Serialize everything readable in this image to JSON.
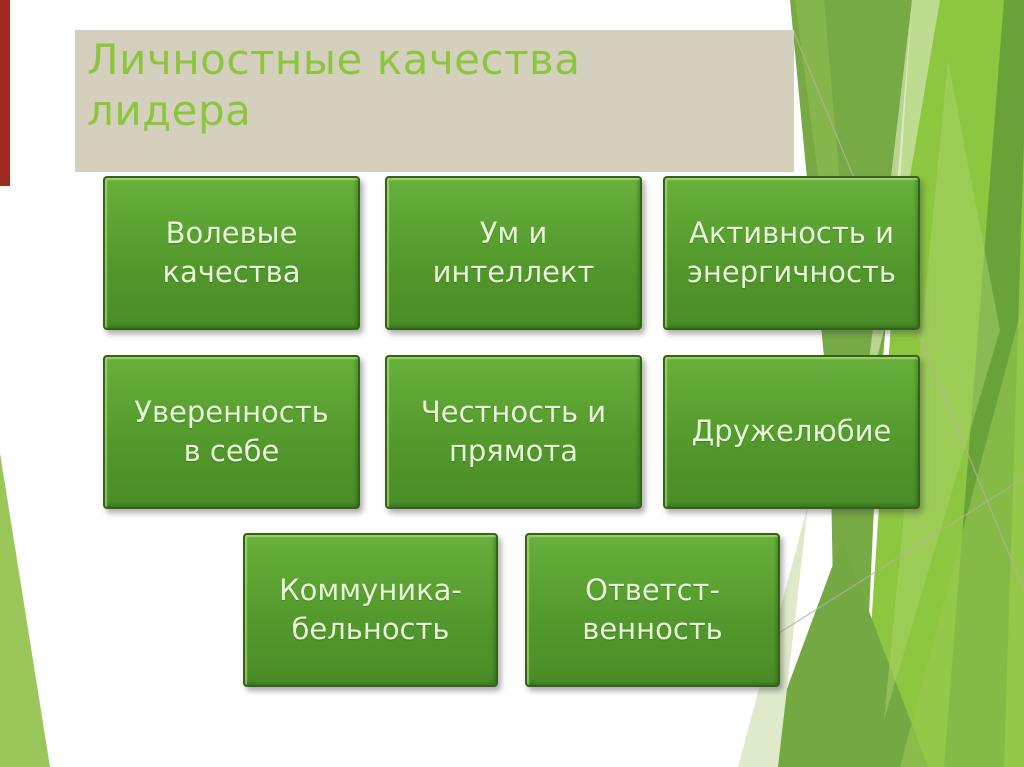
{
  "slide": {
    "title": "Личностные качества\nлидера"
  },
  "boxes": [
    {
      "id": "volevye-kachestva",
      "label": "Волевые\nкачества"
    },
    {
      "id": "um-i-intellekt",
      "label": "Ум и\nинтеллект"
    },
    {
      "id": "aktivnost",
      "label": "Активность и\nэнергичность"
    },
    {
      "id": "uverennost-v-sebe",
      "label": "Уверенность\nв себе"
    },
    {
      "id": "chestnost-pryamota",
      "label": "Честность и\nпрямота"
    },
    {
      "id": "druzhelyubie",
      "label": "Дружелюбие"
    },
    {
      "id": "kommunikabelnost",
      "label": "Коммуника-\nбельность"
    },
    {
      "id": "otvetstvennost",
      "label": "Ответст-\nвенность"
    }
  ],
  "colors": {
    "accent_red": "#9e2a22",
    "title_green": "#8cc63e",
    "banner_beige": "#d5d0bd",
    "box_green_top": "#68b13c",
    "box_green_mid": "#53992c",
    "box_green_bottom": "#4a8c27",
    "box_border": "#35611a",
    "box_text": "#e9f3da",
    "facet_bright": "#8dc63f",
    "facet_mid": "#77a944",
    "facet_dark": "#68a03a",
    "facet_pale": "#dfeacb",
    "left_wedge": "#9bc65a"
  }
}
